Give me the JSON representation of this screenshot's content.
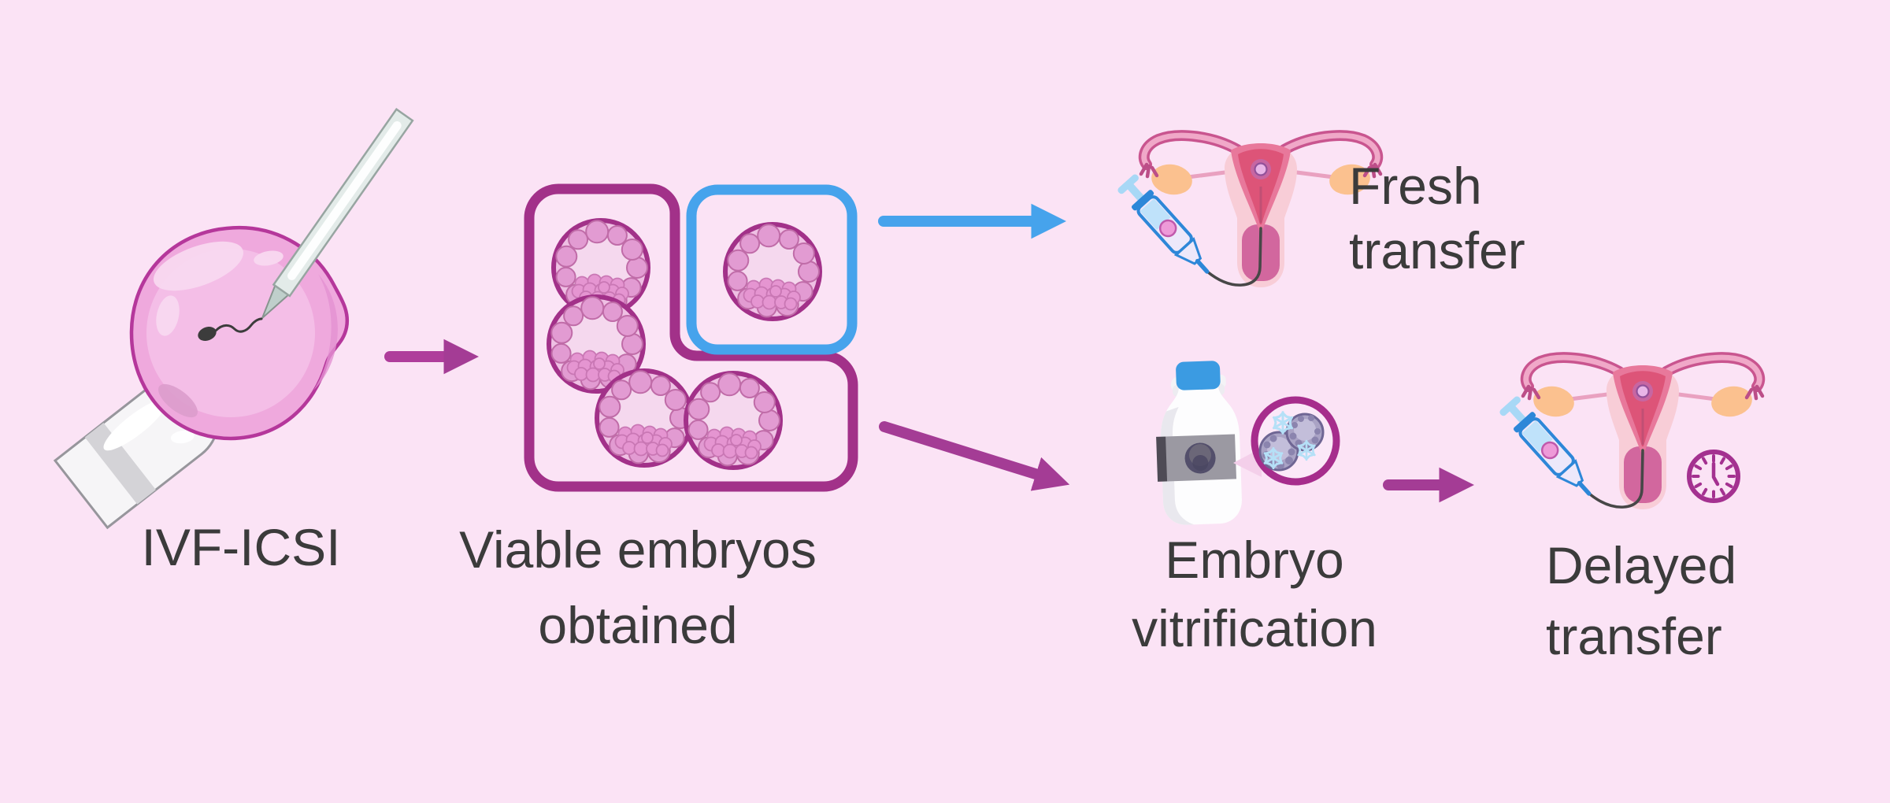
{
  "diagram_title": "IVF-ICSI embryo transfer pathways infographic",
  "background_color": "#FBE3F5",
  "colors": {
    "text": "#3B3B3B",
    "magenta_accent": "#A43C95",
    "tray_outline": "#A23189",
    "blue_accent": "#46A3EC",
    "syringe_blue": "#2D87D8",
    "snowflake_blue": "#B5E0F7",
    "ovary_peach": "#FBC18F",
    "uterus_pink": "#F8CDD7",
    "cavity_red": "#DD5478"
  },
  "labels": {
    "ivf_icsi": "IVF-ICSI",
    "viable_embryos": {
      "line1": "Viable embryos",
      "line2": "obtained"
    },
    "fresh_transfer": {
      "line1": "Fresh",
      "line2": "transfer"
    },
    "embryo_vitrification": {
      "line1": "Embryo",
      "line2": "vitrification"
    },
    "delayed_transfer": {
      "line1": "Delayed",
      "line2": "transfer"
    }
  },
  "counts": {
    "viable_embryos_in_tray": 5,
    "embryos_in_blue_selection_box": 1,
    "frozen_embryos_in_magnifier": 2
  },
  "flow": [
    {
      "from": "IVF-ICSI",
      "to": "Viable embryos obtained",
      "arrow_color": "#A43C95",
      "direction": "right"
    },
    {
      "from": "Viable embryos obtained",
      "to": "Fresh transfer",
      "arrow_color": "#46A3EC",
      "direction": "right"
    },
    {
      "from": "Viable embryos obtained",
      "to": "Embryo vitrification",
      "arrow_color": "#A43C95",
      "direction": "down-right"
    },
    {
      "from": "Embryo vitrification",
      "to": "Delayed transfer",
      "arrow_color": "#A43C95",
      "direction": "right"
    }
  ],
  "icons": [
    "egg-injection-icon",
    "holding-pipette-icon",
    "microneedle-icon",
    "sperm-icon",
    "blastocyst-icon",
    "embryo-tray-icon",
    "blue-selection-box",
    "uterus-icon",
    "transfer-syringe-icon",
    "catheter-line",
    "cryo-bottle-icon",
    "frozen-embryos-magnifier-icon",
    "snowflake-icon",
    "clock-icon"
  ]
}
